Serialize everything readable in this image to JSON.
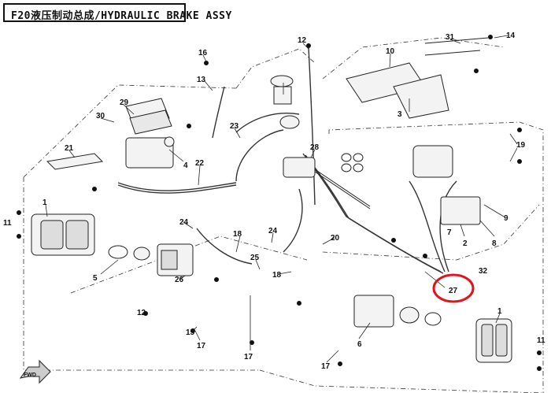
{
  "title": "F20液压制动总成/HYDRAULIC BRAKE ASSY",
  "callouts": [
    "1",
    "1",
    "2",
    "3",
    "4",
    "5",
    "6",
    "7",
    "8",
    "9",
    "10",
    "11",
    "11",
    "12",
    "12",
    "13",
    "14",
    "15",
    "16",
    "17",
    "17",
    "17",
    "18",
    "18",
    "19",
    "20",
    "21",
    "22",
    "23",
    "24",
    "24",
    "25",
    "26",
    "27",
    "28",
    "29",
    "30",
    "31"
  ],
  "fwd_label": "FWD",
  "highlight": {
    "label": "27",
    "color": "#e0141c"
  },
  "colors": {
    "line": "#222222",
    "part_fill": "#f3f3f3",
    "bolt": "#111111"
  }
}
